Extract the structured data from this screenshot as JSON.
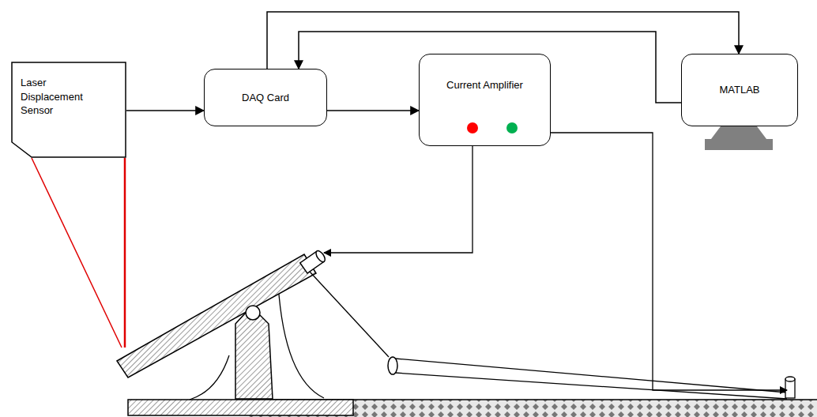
{
  "diagram": {
    "nodes": [
      {
        "text": [
          "Laser Displacement Sensor"
        ]
      },
      {
        "text": [
          "DAQ Card"
        ]
      },
      {
        "text": [
          "Current Amplifier"
        ]
      },
      {
        "text": [
          "MATLAB"
        ]
      }
    ],
    "edges": [
      {
        "from": 0,
        "to": 1,
        "arrow": "to"
      },
      {
        "from": 1,
        "to": 2,
        "arrow": "to"
      },
      {
        "from": 1,
        "to": 3,
        "arrow": "to"
      },
      {
        "from": 3,
        "to": 1,
        "arrow": "to"
      }
    ]
  }
}
